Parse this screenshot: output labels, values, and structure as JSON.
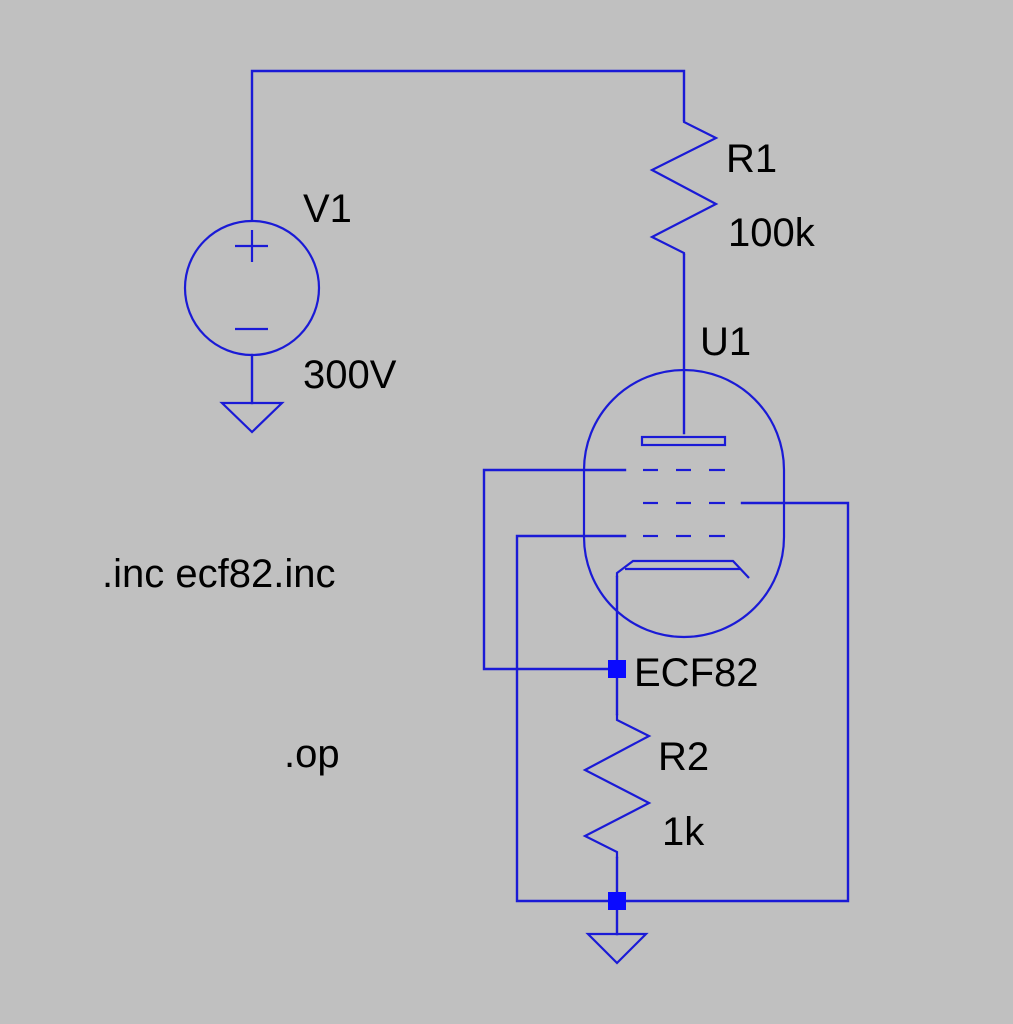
{
  "schematic": {
    "background": "#c0c0c0",
    "wire_color": "#1a1ad6",
    "components": {
      "v1": {
        "name": "V1",
        "value": "300V",
        "type": "voltage-source"
      },
      "r1": {
        "name": "R1",
        "value": "100k",
        "type": "resistor"
      },
      "r2": {
        "name": "R2",
        "value": "1k",
        "type": "resistor"
      },
      "u1": {
        "name": "U1",
        "value": "ECF82",
        "type": "pentode-tube"
      }
    },
    "directives": {
      "include": ".inc ecf82.inc",
      "analysis": ".op"
    }
  }
}
